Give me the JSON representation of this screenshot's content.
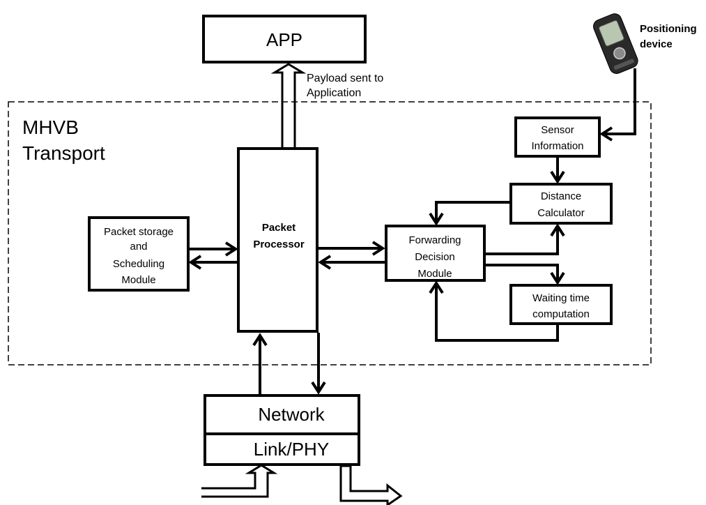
{
  "app": {
    "label": "APP"
  },
  "payload_note": {
    "line1": "Payload sent to",
    "line2": "Application"
  },
  "transport": {
    "line1": "MHVB",
    "line2": "Transport"
  },
  "packet_processor": {
    "line1": "Packet",
    "line2": "Processor"
  },
  "packet_storage": {
    "line1": "Packet storage",
    "line2": "and",
    "line3": "Scheduling",
    "line4": "Module"
  },
  "forwarding": {
    "line1": "Forwarding",
    "line2": "Decision",
    "line3": "Module"
  },
  "sensor": {
    "line1": "Sensor",
    "line2": "Information"
  },
  "distance": {
    "line1": "Distance",
    "line2": "Calculator"
  },
  "waiting": {
    "line1": "Waiting time",
    "line2": "computation"
  },
  "positioning": {
    "line1": "Positioning",
    "line2": "device"
  },
  "network": {
    "label": "Network"
  },
  "link": {
    "label": "Link/PHY"
  }
}
